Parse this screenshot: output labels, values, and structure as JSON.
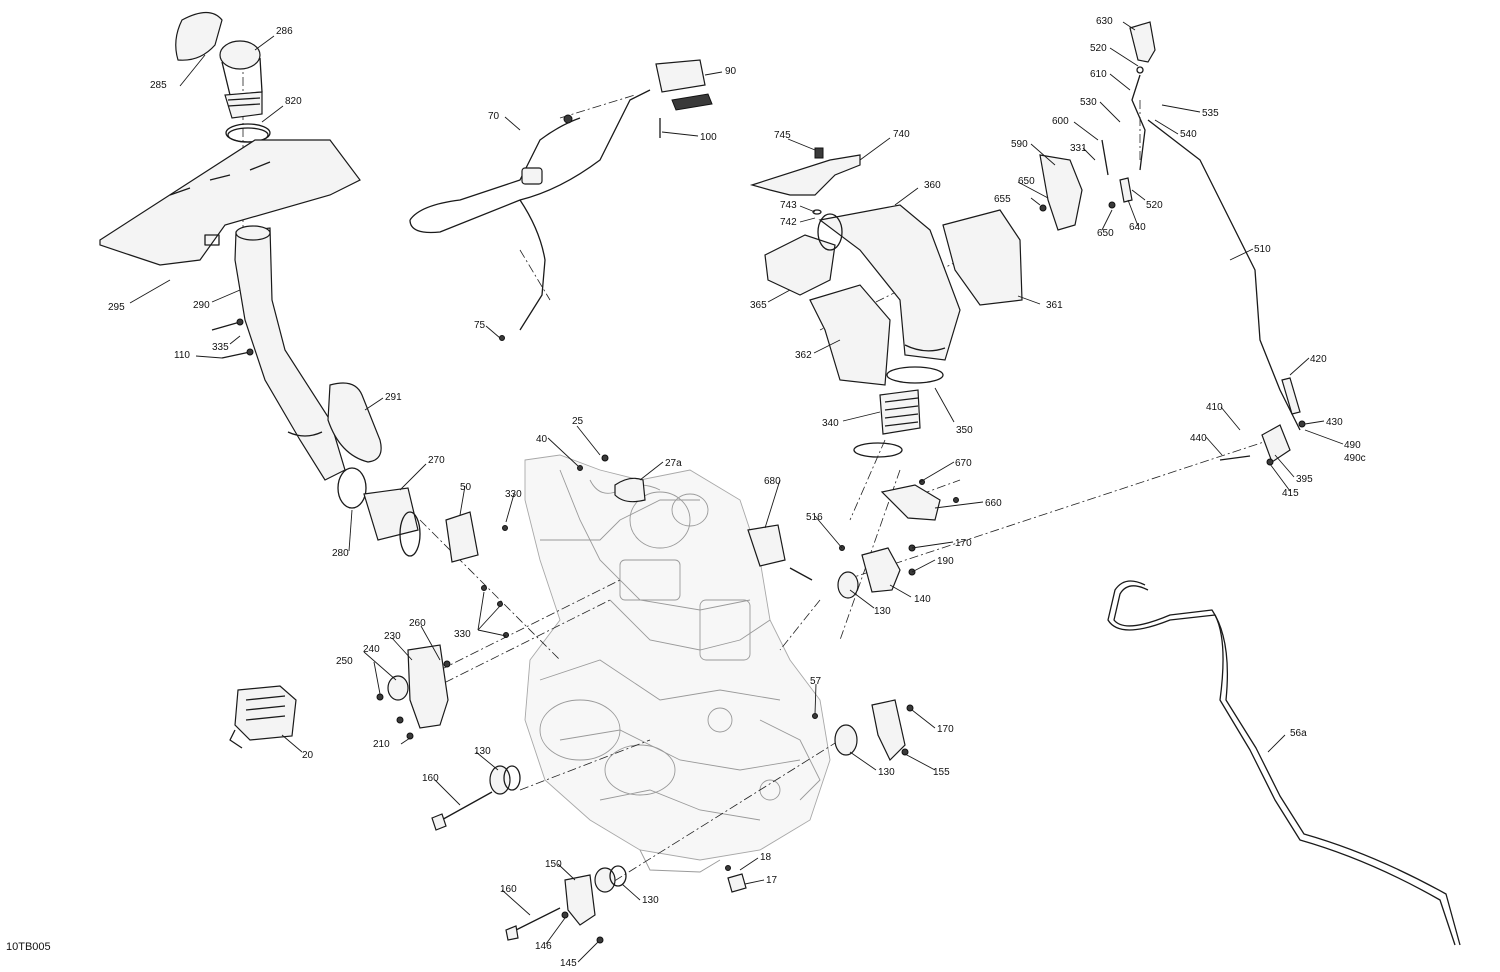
{
  "drawing": {
    "reference_code": "10TB005"
  },
  "callouts": {
    "c17": "17",
    "c18": "18",
    "c20": "20",
    "c25": "25",
    "c27a": "27a",
    "c40": "40",
    "c50": "50",
    "c56a": "56a",
    "c57": "57",
    "c70": "70",
    "c75": "75",
    "c90": "90",
    "c100": "100",
    "c110": "110",
    "c130a": "130",
    "c130b": "130",
    "c130c": "130",
    "c130d": "130",
    "c140": "140",
    "c145": "145",
    "c146": "146",
    "c150": "150",
    "c155": "155",
    "c160a": "160",
    "c160b": "160",
    "c170a": "170",
    "c170b": "170",
    "c190": "190",
    "c210": "210",
    "c230": "230",
    "c240": "240",
    "c250": "250",
    "c260": "260",
    "c270": "270",
    "c280": "280",
    "c285": "285",
    "c286": "286",
    "c290": "290",
    "c291": "291",
    "c295": "295",
    "c330a": "330",
    "c330b": "330",
    "c331": "331",
    "c335": "335",
    "c340": "340",
    "c350": "350",
    "c360": "360",
    "c361": "361",
    "c362": "362",
    "c365": "365",
    "c395": "395",
    "c410": "410",
    "c415": "415",
    "c420": "420",
    "c430": "430",
    "c440": "440",
    "c490": "490",
    "c490c": "490c",
    "c510": "510",
    "c516": "516",
    "c520a": "520",
    "c520b": "520",
    "c530": "530",
    "c535": "535",
    "c540": "540",
    "c590": "590",
    "c600": "600",
    "c610": "610",
    "c630": "630",
    "c640": "640",
    "c650a": "650",
    "c650b": "650",
    "c655": "655",
    "c660": "660",
    "c670": "670",
    "c680": "680",
    "c740": "740",
    "c742": "742",
    "c743": "743",
    "c745": "745",
    "c820": "820"
  },
  "icons": {
    "engine": "engine-block-icon",
    "shifter": "gear-shifter-icon",
    "air_duct": "air-intake-duct-icon"
  }
}
